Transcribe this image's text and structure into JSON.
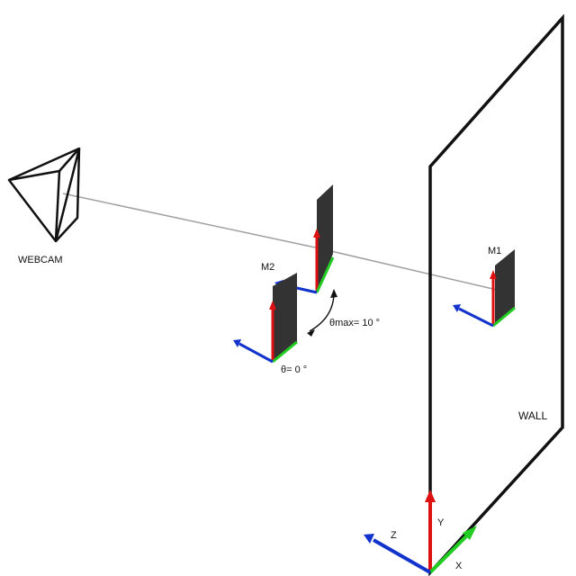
{
  "labels": {
    "webcam": "WEBCAM",
    "m1": "M1",
    "m2": "M2",
    "wall": "WALL",
    "theta_max": "θmax= 10 °",
    "theta_zero": "θ= 0 °",
    "axis_x": "X",
    "axis_y": "Y",
    "axis_z": "Z"
  },
  "colors": {
    "axis_x": "#22cc22",
    "axis_y": "#dd1111",
    "axis_z": "#1133cc",
    "line": "#111111",
    "beam": "#a0a0a0",
    "mirror_fill": "#333333"
  }
}
